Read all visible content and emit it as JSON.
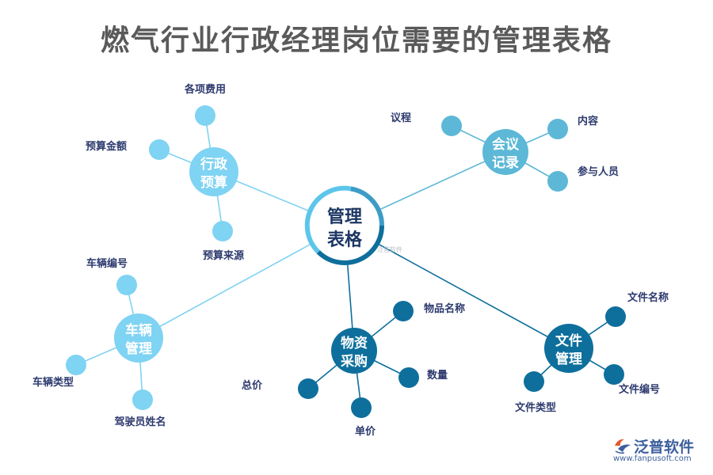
{
  "title": "燃气行业行政经理岗位需要的管理表格",
  "center": {
    "line1": "管理",
    "line2": "表格"
  },
  "watermark": "泛普软件",
  "branches": {
    "budget": {
      "line1": "行政",
      "line2": "预算",
      "leaves": [
        "各项费用",
        "预算金额",
        "预算来源"
      ]
    },
    "meeting": {
      "line1": "会议",
      "line2": "记录",
      "leaves": [
        "议程",
        "内容",
        "参与人员"
      ]
    },
    "vehicle": {
      "line1": "车辆",
      "line2": "管理",
      "leaves": [
        "车辆编号",
        "车辆类型",
        "驾驶员姓名"
      ]
    },
    "purchase": {
      "line1": "物资",
      "line2": "采购",
      "leaves": [
        "物品名称",
        "数量",
        "总价",
        "单价"
      ]
    },
    "file": {
      "line1": "文件",
      "line2": "管理",
      "leaves": [
        "文件名称",
        "文件编号",
        "文件类型"
      ]
    }
  },
  "colors": {
    "light_blue": "#7fd3f3",
    "mid_blue": "#5cb8d6",
    "dark_blue": "#0e6f9c",
    "center_ring_light": "#5cc6ea",
    "center_ring_dark": "#0e6f9c"
  },
  "logo": {
    "text": "泛普软件",
    "url": "www.fanpusoft.com"
  }
}
